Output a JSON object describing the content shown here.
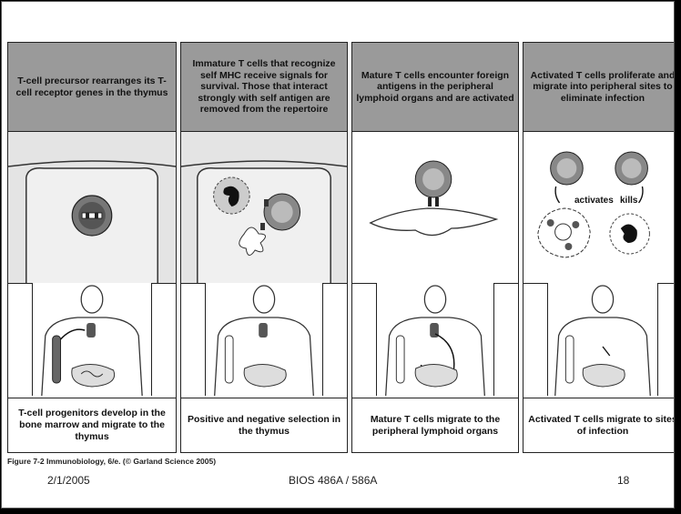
{
  "panels": [
    {
      "heading": "T-cell precursor rearranges its T-cell receptor genes in the thymus",
      "caption": "T-cell progenitors develop in the bone marrow and migrate to the thymus"
    },
    {
      "heading": "Immature T cells that recognize self MHC receive signals for survival. Those that interact strongly with self antigen are removed from the repertoire",
      "caption": "Positive and negative selection in the thymus"
    },
    {
      "heading": "Mature T cells encounter foreign antigens in the peripheral lymphoid organs and are activated",
      "caption": "Mature T cells migrate to the peripheral lymphoid organs"
    },
    {
      "heading": "Activated T cells proliferate and migrate into peripheral sites to eliminate infection",
      "caption": "Activated T cells migrate to sites of infection"
    }
  ],
  "scene_labels": {
    "activates": "activates",
    "kills": "kills"
  },
  "figure_credit": "Figure 7-2  Immunobiology, 6/e. (© Garland Science 2005)",
  "footer": {
    "date": "2/1/2005",
    "course": "BIOS 486A / 586A",
    "page": "18"
  }
}
